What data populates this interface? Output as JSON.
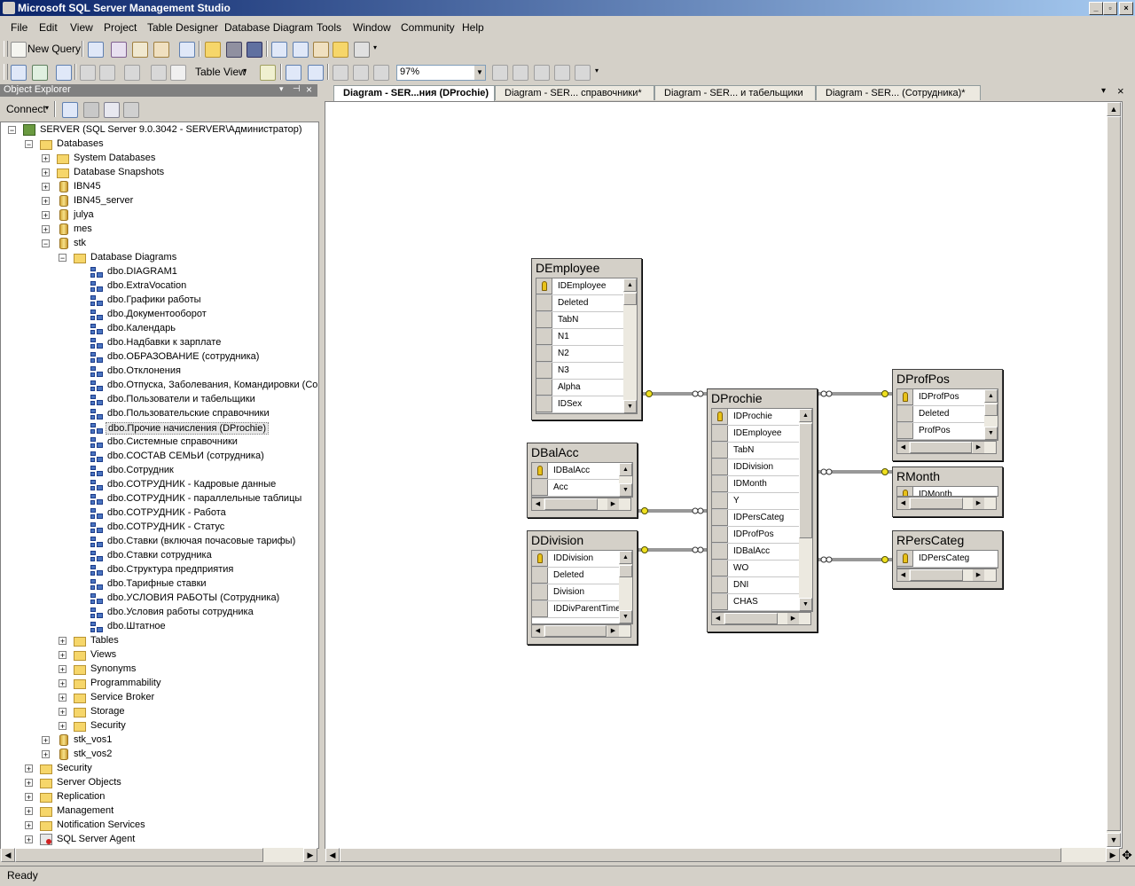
{
  "window": {
    "title": "Microsoft SQL Server Management Studio"
  },
  "menu": [
    "File",
    "Edit",
    "View",
    "Project",
    "Table Designer",
    "Database Diagram",
    "Tools",
    "Window",
    "Community",
    "Help"
  ],
  "toolbar": {
    "new_query": "New Query",
    "table_view": "Table View",
    "zoom": "97%"
  },
  "object_explorer": {
    "title": "Object Explorer",
    "connect": "Connect",
    "server": "SERVER (SQL Server 9.0.3042 - SERVER\\Администратор)",
    "databases": "Databases",
    "system_databases": "System Databases",
    "database_snapshots": "Database Snapshots",
    "db_list_top": [
      "IBN45",
      "IBN45_server",
      "julya",
      "mes"
    ],
    "stk": "stk",
    "database_diagrams": "Database Diagrams",
    "diagrams": [
      "dbo.DIAGRAM1",
      "dbo.ExtraVocation",
      "dbo.Графики работы",
      "dbo.Документооборот",
      "dbo.Календарь",
      "dbo.Надбавки к зарплате",
      "dbo.ОБРАЗОВАНИЕ (сотрудника)",
      "dbo.Отклонения",
      "dbo.Отпуска, Заболевания, Командировки (Со",
      "dbo.Пользователи и табельщики",
      "dbo.Пользовательские справочники",
      "dbo.Прочие начисления (DProchie)",
      "dbo.Системные справочники",
      "dbo.СОСТАВ СЕМЬИ (сотрудника)",
      "dbo.Сотрудник",
      "dbo.СОТРУДНИК - Кадровые данные",
      "dbo.СОТРУДНИК - параллельные таблицы",
      "dbo.СОТРУДНИК - Работа",
      "dbo.СОТРУДНИК - Статус",
      "dbo.Ставки (включая почасовые тарифы)",
      "dbo.Ставки сотрудника",
      "dbo.Структура предприятия",
      "dbo.Тарифные ставки",
      "dbo.УСЛОВИЯ РАБОТЫ (Сотрудника)",
      "dbo.Условия работы сотрудника",
      "dbo.Штатное"
    ],
    "stk_folders": [
      "Tables",
      "Views",
      "Synonyms",
      "Programmability",
      "Service Broker",
      "Storage",
      "Security"
    ],
    "db_list_bottom": [
      "stk_vos1",
      "stk_vos2"
    ],
    "server_folders": [
      "Security",
      "Server Objects",
      "Replication",
      "Management",
      "Notification Services"
    ],
    "agent": "SQL Server Agent"
  },
  "tabs": [
    "Diagram - SER...ния (DProchie)",
    "Diagram - SER... справочники*",
    "Diagram - SER... и табельщики",
    "Diagram - SER... (Сотрудника)*"
  ],
  "tables": {
    "DEmployee": {
      "title": "DEmployee",
      "cols": [
        "IDEmployee",
        "Deleted",
        "TabN",
        "N1",
        "N2",
        "N3",
        "Alpha",
        "IDSex"
      ]
    },
    "DBalAcc": {
      "title": "DBalAcc",
      "cols": [
        "IDBalAcc",
        "Acc"
      ]
    },
    "DDivision": {
      "title": "DDivision",
      "cols": [
        "IDDivision",
        "Deleted",
        "Division",
        "IDDivParentTime"
      ]
    },
    "DProchie": {
      "title": "DProchie",
      "cols": [
        "IDProchie",
        "IDEmployee",
        "TabN",
        "IDDivision",
        "IDMonth",
        "Y",
        "IDPersCateg",
        "IDProfPos",
        "IDBalAcc",
        "WO",
        "DNI",
        "CHAS"
      ]
    },
    "DProfPos": {
      "title": "DProfPos",
      "cols": [
        "IDProfPos",
        "Deleted",
        "ProfPos"
      ]
    },
    "RMonth": {
      "title": "RMonth",
      "cols": [
        "IDMonth"
      ]
    },
    "RPersCateg": {
      "title": "RPersCateg",
      "cols": [
        "IDPersCateg"
      ]
    }
  },
  "status": "Ready",
  "colors": {
    "title_start": "#0a246a",
    "title_end": "#a6caf0",
    "key": "#e8c21a",
    "background": "#d4d0c8"
  }
}
